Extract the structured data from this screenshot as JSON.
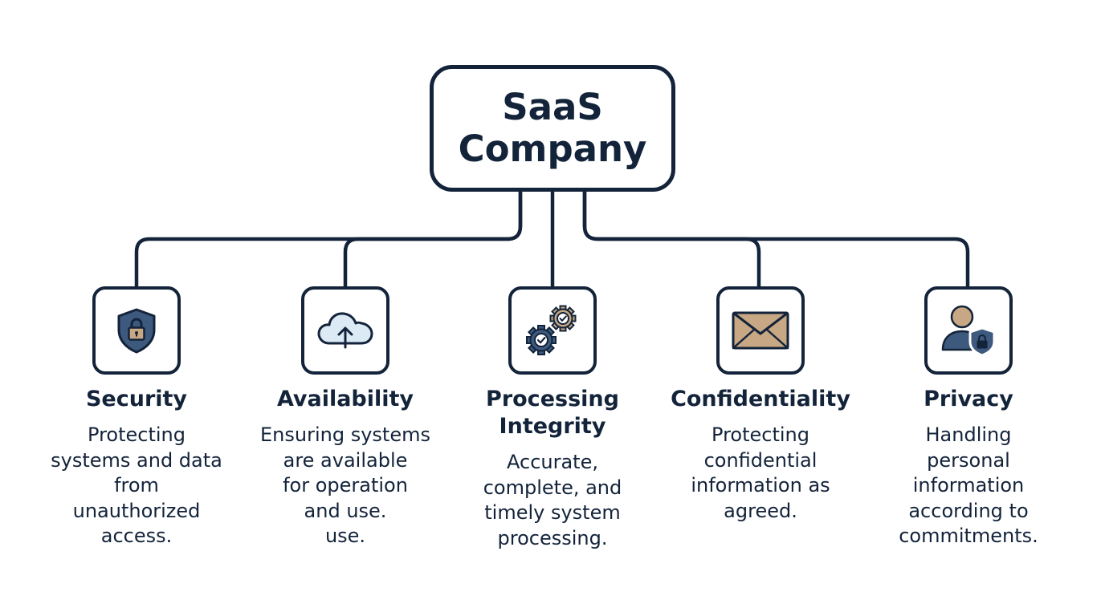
{
  "root": {
    "title": "SaaS Company"
  },
  "nodes": [
    {
      "title": "Security",
      "description": "Protecting\nsystems and data\nfrom\nunauthorized\naccess.",
      "icon": "shield-lock-icon"
    },
    {
      "title": "Availability",
      "description": "Ensuring systems\nare available\nfor operation\nand use.\nuse.",
      "icon": "cloud-upload-icon"
    },
    {
      "title": "Processing Integrity",
      "description": "Accurate,\ncomplete, and\ntimely system\nprocessing.",
      "icon": "gears-check-icon"
    },
    {
      "title": "Confidentiality",
      "description": "Protecting\nconfidential\ninformation as\nagreed.",
      "icon": "envelope-icon"
    },
    {
      "title": "Privacy",
      "description": "Handling\npersonal\ninformation\naccording to\ncommitments.",
      "icon": "user-shield-icon"
    }
  ],
  "colors": {
    "ink": "#13233a",
    "accent_blue": "#3d5a7e",
    "accent_tan": "#c8a884",
    "cloud_fill": "#dceaf6"
  }
}
